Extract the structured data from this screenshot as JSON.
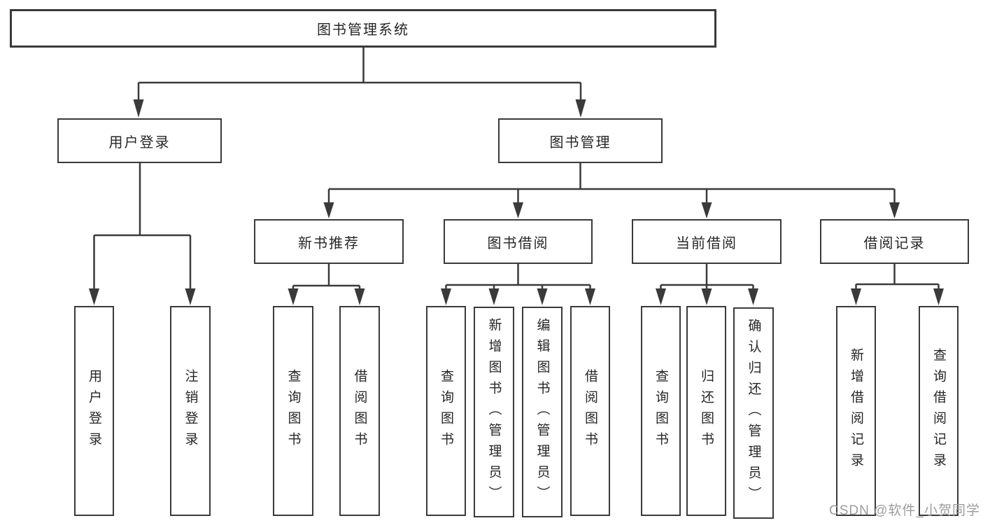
{
  "diagram": {
    "root": "图书管理系统",
    "branches": [
      {
        "label": "用户登录",
        "children": [
          "用户登录",
          "注销登录"
        ]
      },
      {
        "label": "图书管理",
        "groups": [
          {
            "label": "新书推荐",
            "children": [
              "查询图书",
              "借阅图书"
            ]
          },
          {
            "label": "图书借阅",
            "children": [
              "查询图书",
              "新增图书（管理员）",
              "编辑图书（管理员）",
              "借阅图书"
            ]
          },
          {
            "label": "当前借阅",
            "children": [
              "查询图书",
              "归还图书",
              "确认归还（管理员）"
            ]
          },
          {
            "label": "借阅记录",
            "children": [
              "新增借阅记录",
              "查询借阅记录"
            ]
          }
        ]
      }
    ]
  },
  "watermark": {
    "text": "CSDN @软件_小贺同学"
  },
  "colors": {
    "line": "#3a3a3a",
    "text": "#262626",
    "watermark": "#9c9c9c",
    "background": "#ffffff"
  }
}
